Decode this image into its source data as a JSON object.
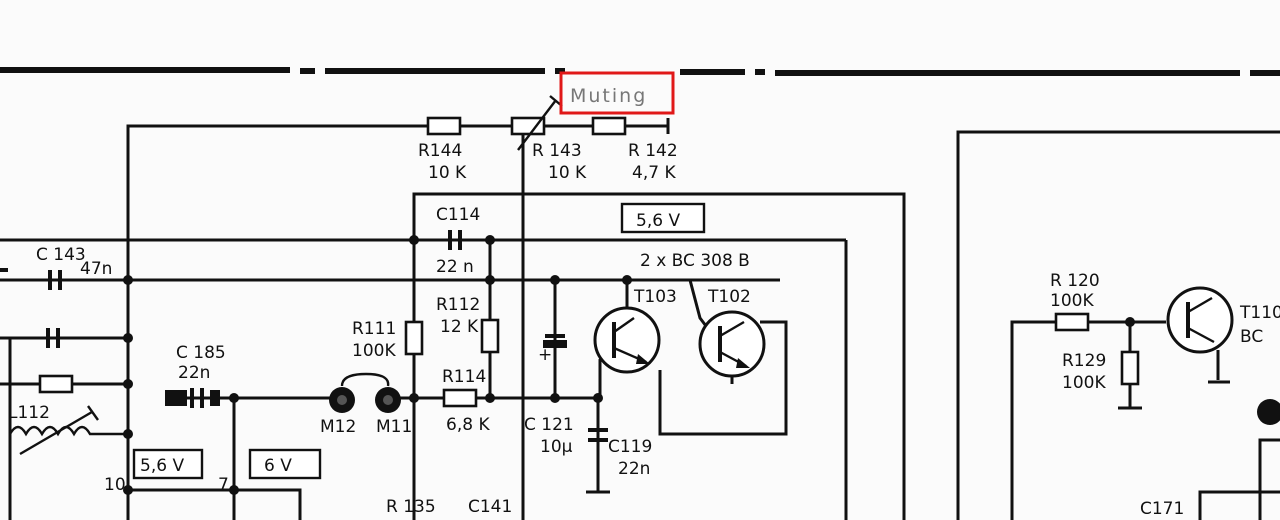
{
  "highlight_color": "#e01818",
  "labels": {
    "muting": "Muting",
    "r144_name": "R144",
    "r144_val": "10 K",
    "r143_name": "R 143",
    "r143_val": "10 K",
    "r142_name": "R 142",
    "r142_val": "4,7 K",
    "c114_name": "C114",
    "c114_val": "22 n",
    "c143_name": "C 143",
    "c143_val": "47n",
    "supply_top": "5,6 V",
    "transistors": "2 x BC 308 B",
    "t103": "T103",
    "t102": "T102",
    "r112_name": "R112",
    "r112_val": "12 K",
    "r111_name": "R111",
    "r111_val": "100K",
    "r114_name": "R114",
    "r114_val": "6,8 K",
    "c185_name": "C 185",
    "c185_val": "22n",
    "l112": "L112",
    "m12": "M12",
    "m11": "M11",
    "c121_name": "C 121",
    "c121_val": "10µ",
    "c119_name": "C119",
    "c119_val": "22n",
    "supply_left": "5,6 V",
    "supply_mid": "6 V",
    "node10": "10",
    "node7": "7",
    "r135": "R 135",
    "c141": "C141",
    "r120_name": "R 120",
    "r120_val": "100K",
    "r129_name": "R129",
    "r129_val": "100K",
    "t110": "T110",
    "bc": "BC",
    "c171": "C171"
  }
}
